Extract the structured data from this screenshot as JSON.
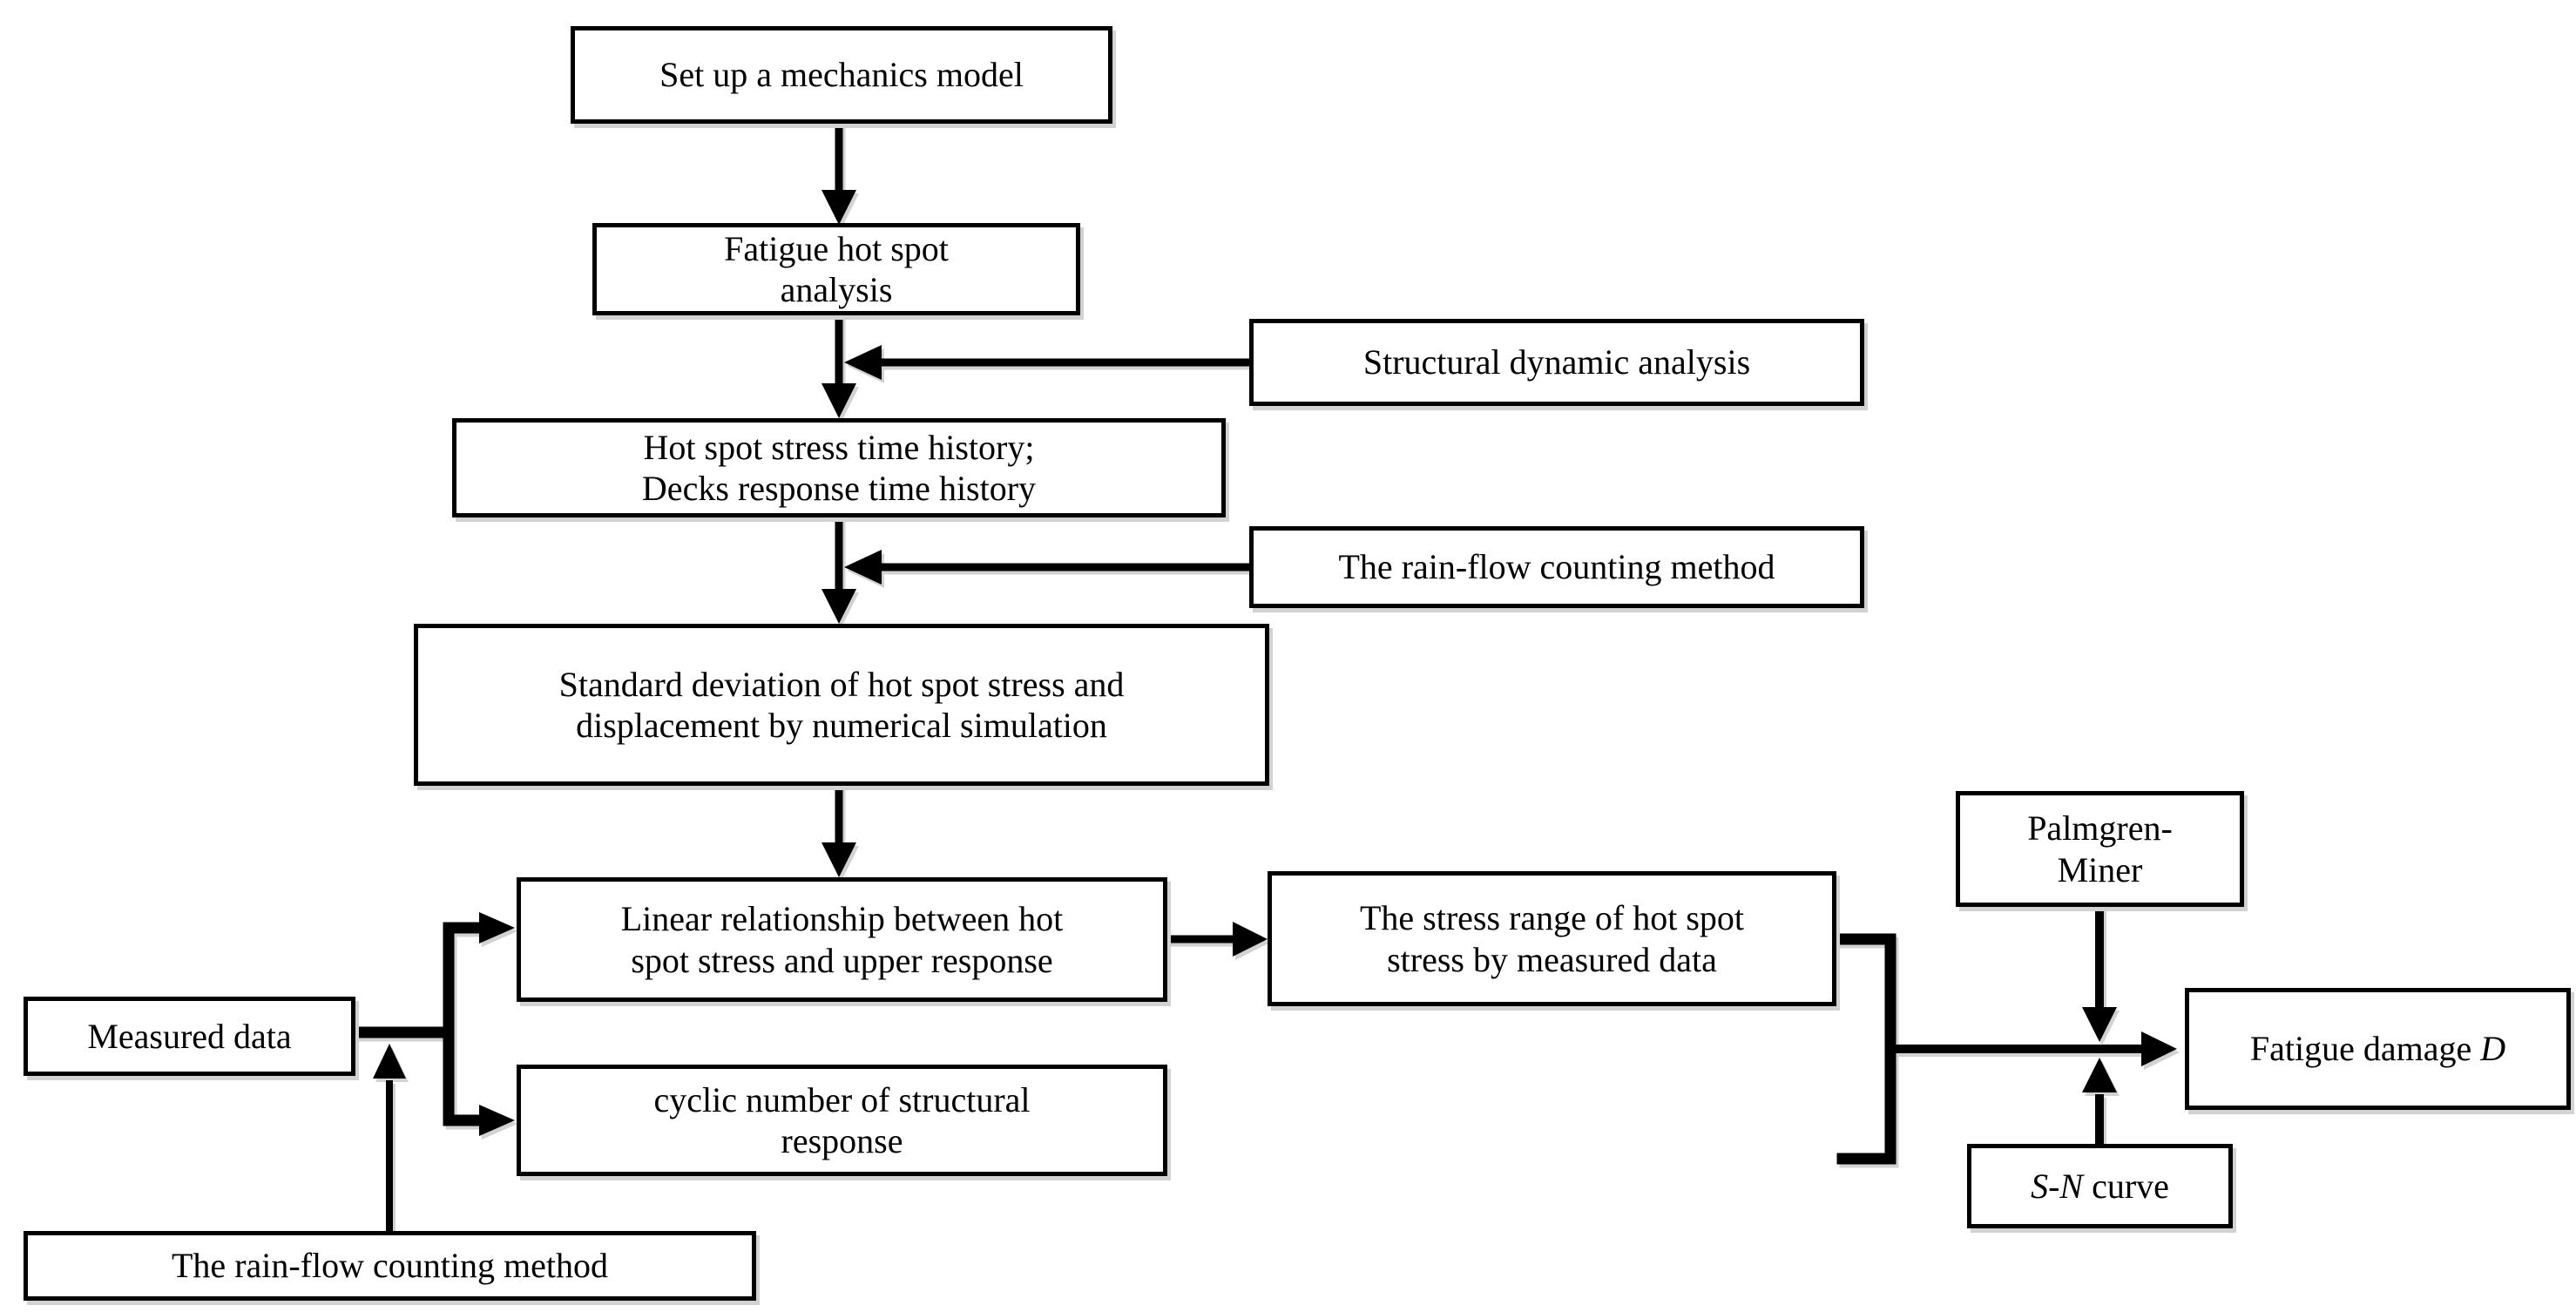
{
  "diagram": {
    "type": "flowchart",
    "background_color": "#ffffff",
    "stroke_color": "#000000",
    "box_fill": "#ffffff",
    "nodes": {
      "setup": {
        "label": "Set up a mechanics model"
      },
      "fatigue_hotspot": {
        "line1": "Fatigue hot spot",
        "line2": "analysis"
      },
      "structural_dynamic": {
        "label": "Structural dynamic analysis"
      },
      "hotspot_history": {
        "line1": "Hot spot stress time history;",
        "line2": "Decks response time history"
      },
      "rainflow_right": {
        "label": "The rain-flow counting method"
      },
      "std_deviation": {
        "line1": "Standard deviation of hot spot stress and",
        "line2": "displacement by numerical simulation"
      },
      "linear_relationship": {
        "line1": "Linear relationship between hot",
        "line2": "spot stress and upper response"
      },
      "stress_range": {
        "line1": "The stress range of hot spot",
        "line2": "stress by measured data"
      },
      "palmgren_miner": {
        "line1": "Palmgren-",
        "line2": "Miner"
      },
      "measured_data": {
        "label": "Measured data"
      },
      "cyclic_number": {
        "line1": "cyclic number of structural",
        "line2": "response"
      },
      "fatigue_damage": {
        "prefix": "Fatigue damage ",
        "variable": "D"
      },
      "sn_curve": {
        "variable": "S-N",
        "suffix": " curve"
      },
      "rainflow_bottom": {
        "label": "The rain-flow counting method"
      }
    },
    "edges": [
      {
        "from": "setup",
        "to": "fatigue_hotspot",
        "style": "arrow-down"
      },
      {
        "from": "fatigue_hotspot",
        "to": "hotspot_history",
        "style": "arrow-down"
      },
      {
        "from": "structural_dynamic",
        "to": "fatigue_hotspot->hotspot_history line",
        "style": "arrow-left"
      },
      {
        "from": "hotspot_history",
        "to": "std_deviation",
        "style": "arrow-down"
      },
      {
        "from": "rainflow_right",
        "to": "hotspot_history->std_deviation line",
        "style": "arrow-left"
      },
      {
        "from": "std_deviation",
        "to": "linear_relationship",
        "style": "arrow-down"
      },
      {
        "from": "linear_relationship",
        "to": "stress_range",
        "style": "arrow-right"
      },
      {
        "from": "measured_data",
        "to": "linear_relationship",
        "style": "fork-arrow-right"
      },
      {
        "from": "measured_data",
        "to": "cyclic_number",
        "style": "fork-arrow-right"
      },
      {
        "from": "rainflow_bottom",
        "to": "measured_data connector",
        "style": "arrow-up"
      },
      {
        "from": "stress_range + cyclic_number",
        "to": "fatigue_damage",
        "style": "bracket-then-arrow-right"
      },
      {
        "from": "palmgren_miner",
        "to": "combining arrow",
        "style": "arrow-down"
      },
      {
        "from": "sn_curve",
        "to": "combining arrow",
        "style": "arrow-up"
      }
    ]
  }
}
